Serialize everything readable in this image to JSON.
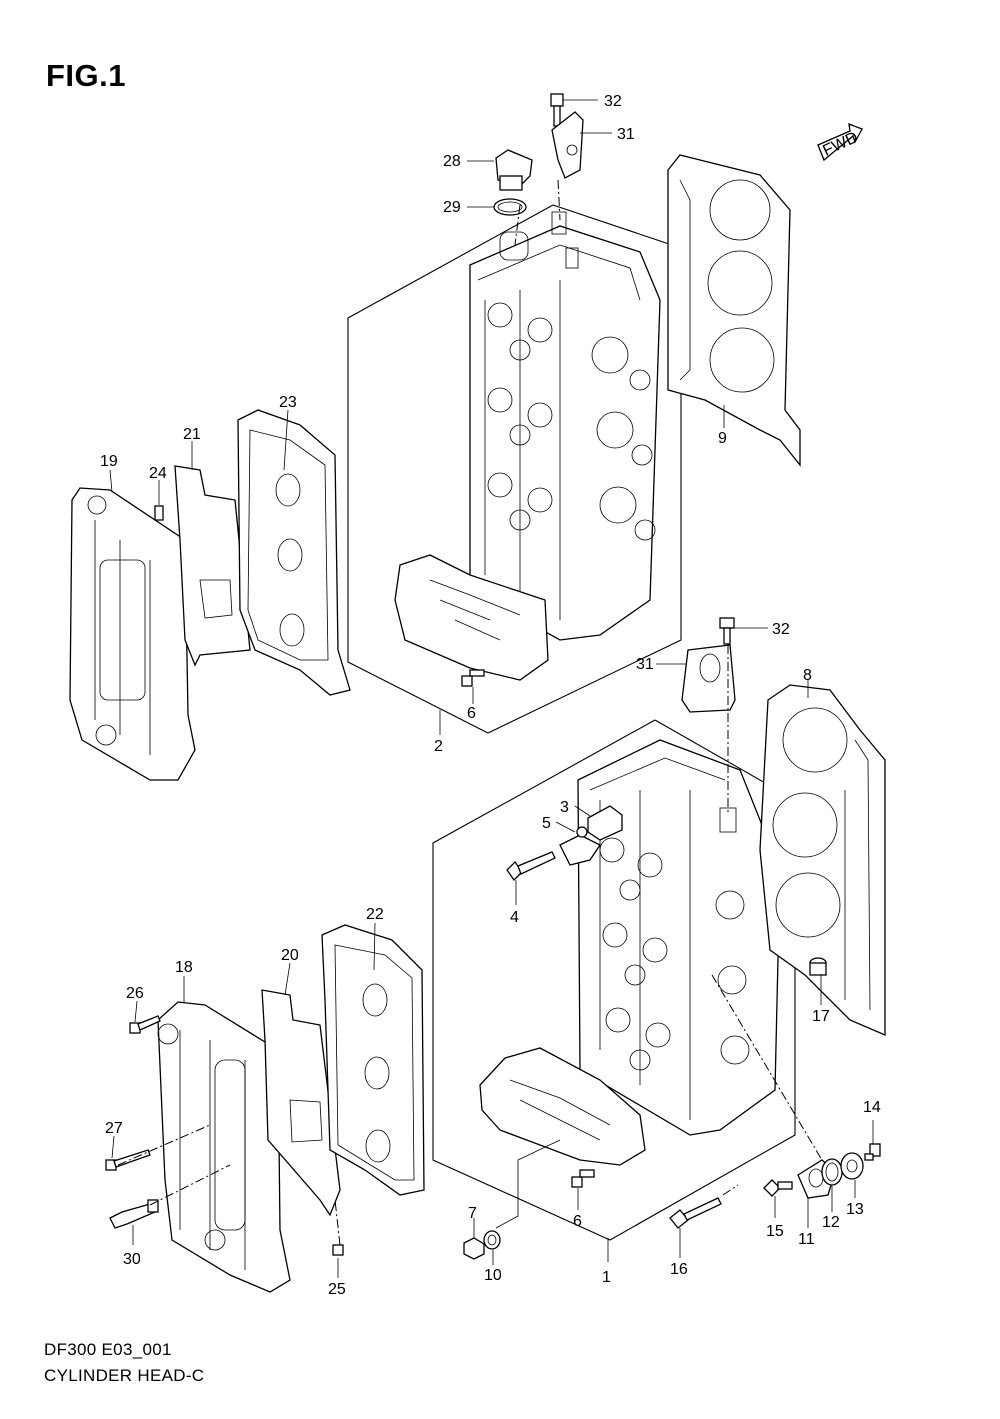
{
  "figure_title": "FIG.1",
  "footer": {
    "code": "DF300 E03_001",
    "name": "CYLINDER HEAD-C"
  },
  "fwd_label": "FWD",
  "callouts": [
    {
      "id": "c1",
      "text": "1"
    },
    {
      "id": "c2",
      "text": "2"
    },
    {
      "id": "c3",
      "text": "3"
    },
    {
      "id": "c4",
      "text": "4"
    },
    {
      "id": "c5",
      "text": "5"
    },
    {
      "id": "c6a",
      "text": "6"
    },
    {
      "id": "c6b",
      "text": "6"
    },
    {
      "id": "c7",
      "text": "7"
    },
    {
      "id": "c8",
      "text": "8"
    },
    {
      "id": "c9",
      "text": "9"
    },
    {
      "id": "c10",
      "text": "10"
    },
    {
      "id": "c11",
      "text": "11"
    },
    {
      "id": "c12",
      "text": "12"
    },
    {
      "id": "c13",
      "text": "13"
    },
    {
      "id": "c14",
      "text": "14"
    },
    {
      "id": "c15",
      "text": "15"
    },
    {
      "id": "c16",
      "text": "16"
    },
    {
      "id": "c17",
      "text": "17"
    },
    {
      "id": "c18",
      "text": "18"
    },
    {
      "id": "c19",
      "text": "19"
    },
    {
      "id": "c20",
      "text": "20"
    },
    {
      "id": "c21",
      "text": "21"
    },
    {
      "id": "c22",
      "text": "22"
    },
    {
      "id": "c23",
      "text": "23"
    },
    {
      "id": "c24",
      "text": "24"
    },
    {
      "id": "c25",
      "text": "25"
    },
    {
      "id": "c26",
      "text": "26"
    },
    {
      "id": "c27",
      "text": "27"
    },
    {
      "id": "c28",
      "text": "28"
    },
    {
      "id": "c29",
      "text": "29"
    },
    {
      "id": "c30",
      "text": "30"
    },
    {
      "id": "c31a",
      "text": "31"
    },
    {
      "id": "c31b",
      "text": "31"
    },
    {
      "id": "c32a",
      "text": "32"
    },
    {
      "id": "c32b",
      "text": "32"
    }
  ]
}
